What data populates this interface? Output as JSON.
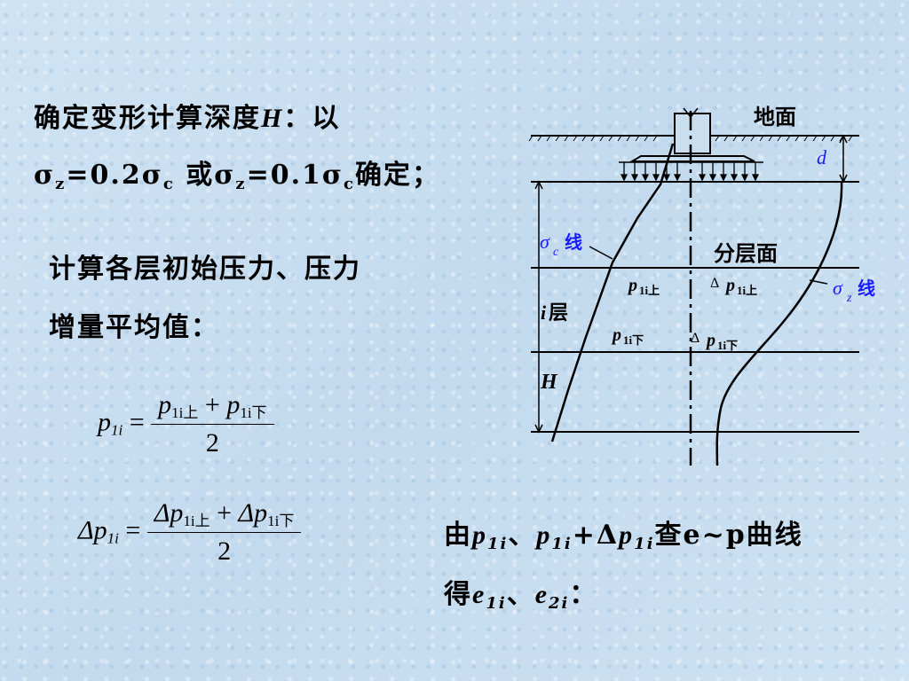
{
  "text": {
    "line1_a": "确定变形计算深度",
    "line1_H": "H",
    "line1_b": "：以",
    "line2_sigma_z1": "σ",
    "line2_z1": "z",
    "line2_eq1": "=0.2σ",
    "line2_c1": "c",
    "line2_or": " 或σ",
    "line2_z2": "z",
    "line2_eq2": "=0.1σ",
    "line2_c2": "c",
    "line2_end": "确定；",
    "line3": "计算各层初始压力、压力",
    "line4": "增量平均值："
  },
  "formula1": {
    "lhs_p": "p",
    "lhs_sub": "1i",
    "eq": " = ",
    "num_p1": "p",
    "num_sub1": "1i上",
    "num_plus": " + ",
    "num_p2": "p",
    "num_sub2": "1i下",
    "den": "2"
  },
  "formula2": {
    "lhs_p": "Δp",
    "lhs_sub": "1i",
    "eq": " = ",
    "num_p1": "Δp",
    "num_sub1": "1i上",
    "num_plus": " + ",
    "num_p2": "Δp",
    "num_sub2": "1i下",
    "den": "2"
  },
  "conclusion": {
    "a": "由",
    "p": "p",
    "sub1": "1i",
    "sep1": "、",
    "p2": "p",
    "sub2": "1i",
    "plus": "+Δ",
    "p3": "p",
    "sub3": "1i",
    "b": "查e~p曲线",
    "c": "得",
    "e1": "e",
    "esub1": "1i",
    "sep2": "、",
    "e2": "e",
    "esub2": "2i",
    "end": "："
  },
  "diagram": {
    "ground": "地面",
    "d": "d",
    "sigma_c": "σ",
    "sigma_c_sub": "c",
    "sigma_c_suffix": "线",
    "layer_face": "分层面",
    "p_top": "p",
    "p_top_sub": "1i上",
    "dp_top_delta": "Δ",
    "dp_top": "p",
    "dp_top_sub": "1i上",
    "sigma_z": "σ",
    "sigma_z_sub": "z",
    "sigma_z_suffix": "线",
    "layer_i": "i",
    "layer_i_suffix": "层",
    "p_bot": "p",
    "p_bot_sub": "1i下",
    "dp_bot_delta": "Δ",
    "dp_bot": "p",
    "dp_bot_sub": "1i下",
    "H": "H",
    "blue_color": "#1a1aff"
  }
}
